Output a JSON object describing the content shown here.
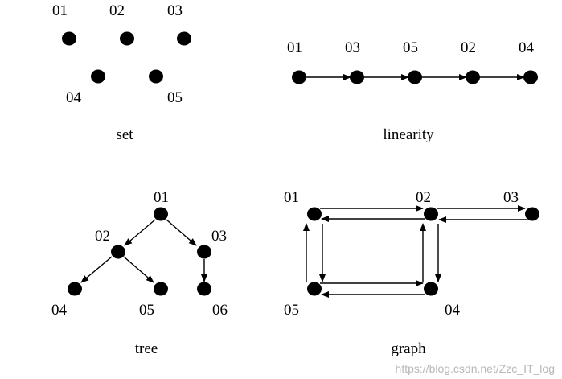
{
  "colors": {
    "node": "#000000",
    "edge": "#000000",
    "background": "#ffffff",
    "watermark": "#b8b8b8"
  },
  "panels": {
    "set": {
      "caption": "set",
      "nodes": [
        "01",
        "02",
        "03",
        "04",
        "05"
      ],
      "edges": []
    },
    "linearity": {
      "caption": "linearity",
      "nodes": [
        "01",
        "03",
        "05",
        "02",
        "04"
      ],
      "edges": [
        [
          "01",
          "03"
        ],
        [
          "03",
          "05"
        ],
        [
          "05",
          "02"
        ],
        [
          "02",
          "04"
        ]
      ]
    },
    "tree": {
      "caption": "tree",
      "nodes": [
        "01",
        "02",
        "03",
        "04",
        "05",
        "06"
      ],
      "edges": [
        [
          "01",
          "02"
        ],
        [
          "01",
          "03"
        ],
        [
          "02",
          "04"
        ],
        [
          "02",
          "05"
        ],
        [
          "03",
          "06"
        ]
      ]
    },
    "graph": {
      "caption": "graph",
      "nodes": [
        "01",
        "02",
        "03",
        "05",
        "04"
      ],
      "edges": [
        [
          "01",
          "02"
        ],
        [
          "02",
          "01"
        ],
        [
          "02",
          "03"
        ],
        [
          "03",
          "02"
        ],
        [
          "01",
          "05"
        ],
        [
          "05",
          "01"
        ],
        [
          "05",
          "04"
        ],
        [
          "04",
          "05"
        ],
        [
          "02",
          "04"
        ],
        [
          "04",
          "02"
        ]
      ]
    }
  },
  "watermark": "https://blog.csdn.net/Zzc_IT_log"
}
